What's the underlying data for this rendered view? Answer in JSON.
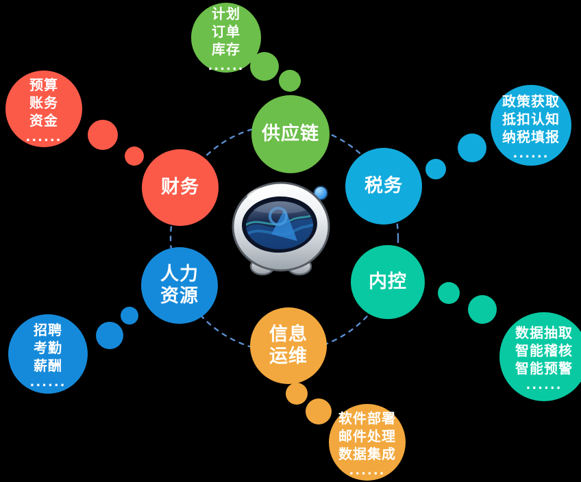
{
  "background": "#000000",
  "diagram": {
    "center": {
      "icon": "robot-mascot-icon"
    },
    "ring": {
      "color": "#5b8fd0",
      "style": "dashed-circle"
    },
    "nodes": [
      {
        "id": "supply-chain",
        "label": "供应链",
        "color": "#6cbf4a"
      },
      {
        "id": "tax",
        "label": "税务",
        "color": "#12abdd"
      },
      {
        "id": "finance",
        "label": "财务",
        "color": "#fb5a49"
      },
      {
        "id": "hr",
        "label": "人力\n资源",
        "color": "#168ada"
      },
      {
        "id": "internal-control",
        "label": "内控",
        "color": "#08c9a2"
      },
      {
        "id": "it-ops",
        "label": "信息\n运维",
        "color": "#f2a83e"
      }
    ],
    "bubbles": [
      {
        "id": "supply-chain-detail",
        "color": "#6cbf4a",
        "lines": [
          "计划",
          "订单",
          "库存",
          "......"
        ]
      },
      {
        "id": "finance-detail",
        "color": "#fb5a49",
        "lines": [
          "预算",
          "账务",
          "资金",
          "......"
        ]
      },
      {
        "id": "tax-detail",
        "color": "#12abdd",
        "lines": [
          "政策获取",
          "抵扣认知",
          "纳税填报",
          "......"
        ]
      },
      {
        "id": "hr-detail",
        "color": "#168ada",
        "lines": [
          "招聘",
          "考勤",
          "薪酬",
          "......"
        ]
      },
      {
        "id": "internal-control-detail",
        "color": "#08c9a2",
        "lines": [
          "数据抽取",
          "智能稽核",
          "智能预警",
          "......"
        ]
      },
      {
        "id": "it-ops-detail",
        "color": "#f2a83e",
        "lines": [
          "软件部署",
          "邮件处理",
          "数据集成",
          "......"
        ]
      }
    ]
  }
}
